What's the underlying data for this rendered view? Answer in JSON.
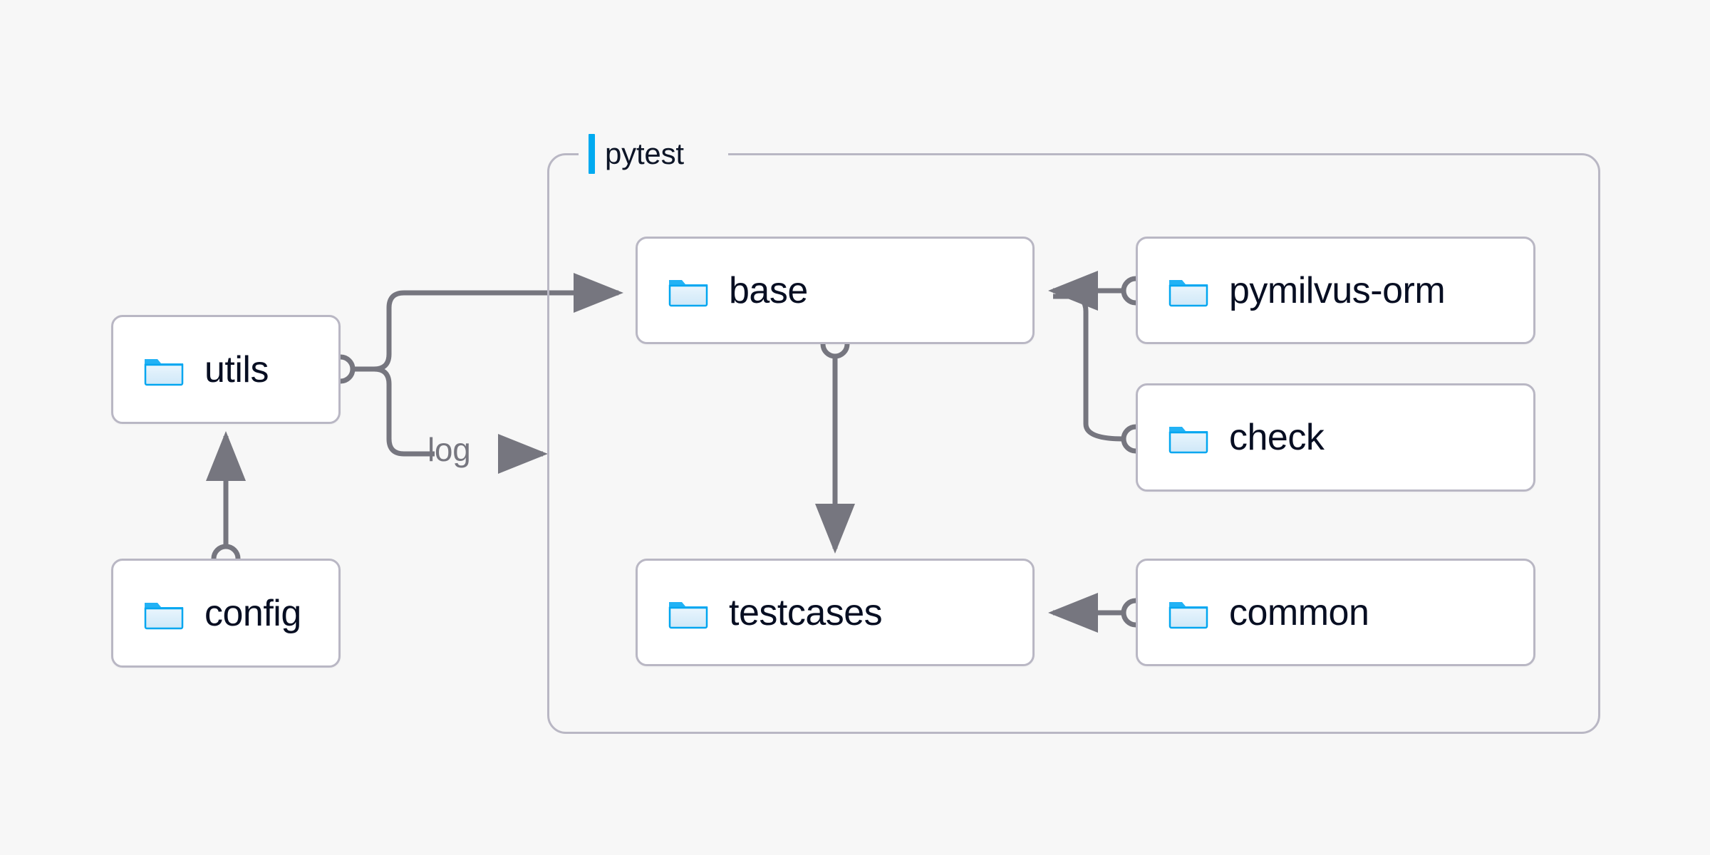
{
  "diagram": {
    "type": "architecture-flow",
    "background_color": "#f7f7f7",
    "accent_color": "#00aaf0",
    "edge_color": "#76767f",
    "node_border_color": "#b9b7c4",
    "node_fill_color": "#ffffff",
    "text_color": "#070e22"
  },
  "group": {
    "label": "pytest",
    "accent_bar_color": "#00aaf0"
  },
  "nodes": [
    {
      "id": "utils",
      "label": "utils",
      "icon": "folder-icon",
      "group": null
    },
    {
      "id": "config",
      "label": "config",
      "icon": "folder-icon",
      "group": null
    },
    {
      "id": "base",
      "label": "base",
      "icon": "folder-icon",
      "group": "pytest"
    },
    {
      "id": "testcases",
      "label": "testcases",
      "icon": "folder-icon",
      "group": "pytest"
    },
    {
      "id": "pymilvus-orm",
      "label": "pymilvus-orm",
      "icon": "folder-icon",
      "group": "pytest"
    },
    {
      "id": "check",
      "label": "check",
      "icon": "folder-icon",
      "group": "pytest"
    },
    {
      "id": "common",
      "label": "common",
      "icon": "folder-icon",
      "group": "pytest"
    }
  ],
  "edges": [
    {
      "from": "config",
      "to": "utils",
      "label": "",
      "marker": "arrow"
    },
    {
      "from": "utils",
      "to": "base",
      "label": "",
      "marker": "arrow"
    },
    {
      "from": "utils",
      "to": "pytest",
      "label": "log",
      "marker": "arrow"
    },
    {
      "from": "base",
      "to": "testcases",
      "label": "",
      "marker": "arrow"
    },
    {
      "from": "pymilvus-orm",
      "to": "base",
      "label": "",
      "marker": "arrow"
    },
    {
      "from": "check",
      "to": "base",
      "label": "",
      "marker": "arrow"
    },
    {
      "from": "common",
      "to": "testcases",
      "label": "",
      "marker": "arrow"
    }
  ],
  "labels": {
    "log": "log"
  }
}
